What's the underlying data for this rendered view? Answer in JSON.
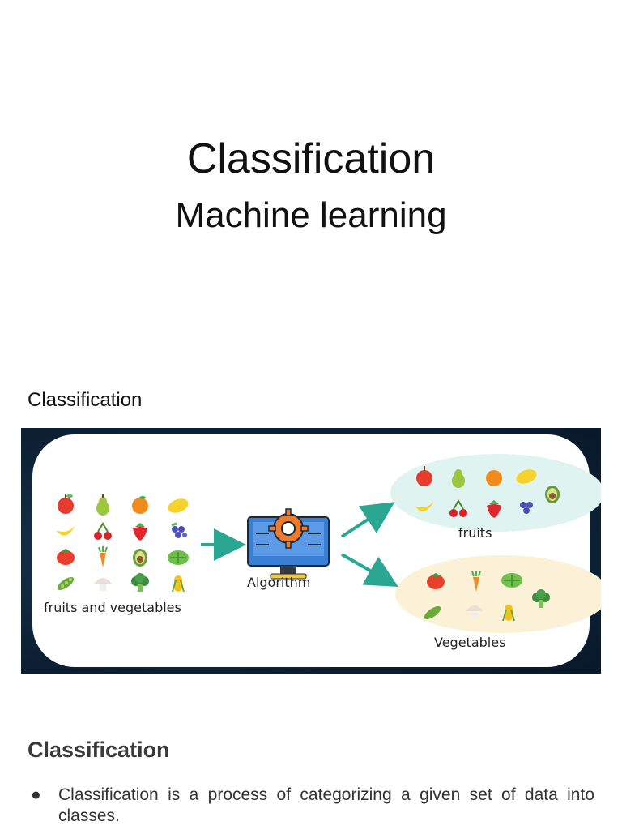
{
  "title": "Classification",
  "subtitle": "Machine learning",
  "section_label": "Classification",
  "figure": {
    "input_label": "fruits and vegetables",
    "algorithm_label": "Algorithm",
    "fruits_label": "fruits",
    "vegetables_label": "Vegetables"
  },
  "heading": "Classification",
  "bullets": [
    "Classification is a process of categorizing a given set of data into classes."
  ],
  "icons": {
    "input_grid": [
      "apple-icon",
      "pear-icon",
      "orange-icon",
      "lemon-icon",
      "banana-icon",
      "cherry-icon",
      "strawberry-icon",
      "grapes-icon",
      "tomato-icon",
      "carrot-icon",
      "avocado-icon",
      "lettuce-icon",
      "pea-pod-icon",
      "mushroom-icon",
      "broccoli-icon",
      "corn-icon"
    ],
    "fruits": [
      "apple-icon",
      "pear-icon",
      "orange-icon",
      "lemon-icon",
      "banana-icon",
      "cherry-icon",
      "strawberry-icon",
      "grapes-icon",
      "avocado-icon"
    ],
    "vegetables": [
      "tomato-icon",
      "carrot-icon",
      "lettuce-icon",
      "broccoli-icon",
      "pea-pod-icon",
      "mushroom-icon",
      "corn-icon"
    ]
  },
  "colors": {
    "arrow": "#2aa792",
    "fruits_bg": "#dff3f0",
    "vegetables_bg": "#fbf1d6",
    "monitor": "#3b7fd4",
    "gear": "#f07a2a"
  }
}
